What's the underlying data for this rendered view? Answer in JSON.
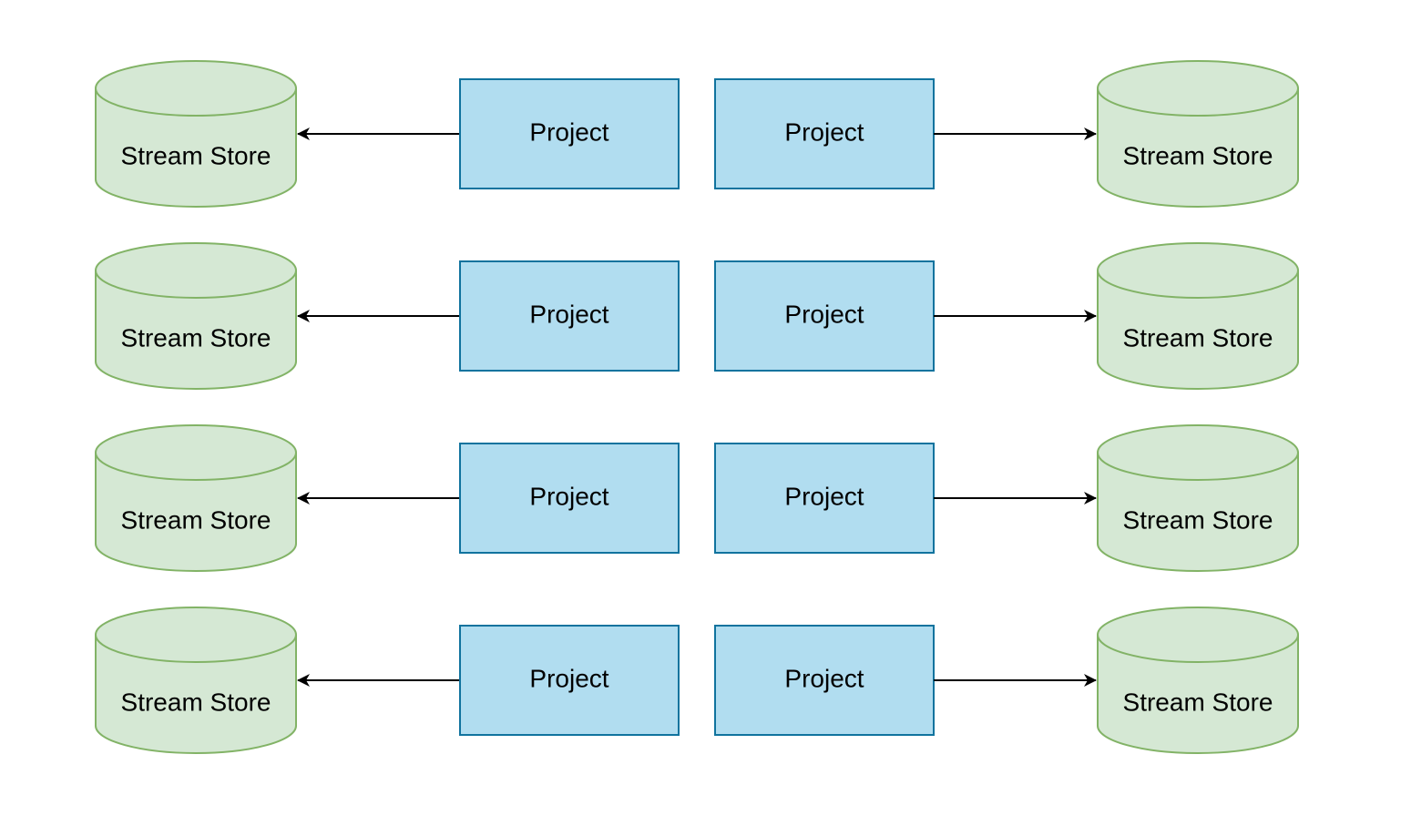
{
  "colors": {
    "project_fill": "#b1ddf0",
    "project_stroke": "#10739e",
    "store_fill": "#d5e8d4",
    "store_stroke": "#82b366",
    "edge": "#000000",
    "background": "#ffffff"
  },
  "rows": [
    {
      "left": {
        "store_label": "Stream Store",
        "project_label": "Project"
      },
      "right": {
        "project_label": "Project",
        "store_label": "Stream Store"
      }
    },
    {
      "left": {
        "store_label": "Stream Store",
        "project_label": "Project"
      },
      "right": {
        "project_label": "Project",
        "store_label": "Stream Store"
      }
    },
    {
      "left": {
        "store_label": "Stream Store",
        "project_label": "Project"
      },
      "right": {
        "project_label": "Project",
        "store_label": "Stream Store"
      }
    },
    {
      "left": {
        "store_label": "Stream Store",
        "project_label": "Project"
      },
      "right": {
        "project_label": "Project",
        "store_label": "Stream Store"
      }
    }
  ]
}
